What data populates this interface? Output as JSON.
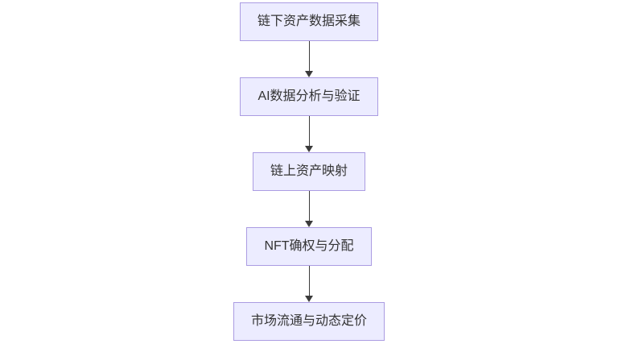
{
  "flowchart": {
    "type": "vertical-flow",
    "background": "#ffffff",
    "node_fill_color": "#ececff",
    "node_border_color": "#ab9ce2",
    "node_text_color": "#333333",
    "arrow_color": "#3b3b3b",
    "nodes": [
      {
        "id": "offchain-asset-data-collection",
        "label": "链下资产数据采集"
      },
      {
        "id": "ai-data-analysis-verification",
        "label": "AI数据分析与验证"
      },
      {
        "id": "onchain-asset-mapping",
        "label": "链上资产映射"
      },
      {
        "id": "nft-rights-confirmation-distribution",
        "label": "NFT确权与分配"
      },
      {
        "id": "market-circulation-dynamic-pricing",
        "label": "市场流通与动态定价"
      }
    ],
    "edges": [
      {
        "from": "offchain-asset-data-collection",
        "to": "ai-data-analysis-verification"
      },
      {
        "from": "ai-data-analysis-verification",
        "to": "onchain-asset-mapping"
      },
      {
        "from": "onchain-asset-mapping",
        "to": "nft-rights-confirmation-distribution"
      },
      {
        "from": "nft-rights-confirmation-distribution",
        "to": "market-circulation-dynamic-pricing"
      }
    ]
  }
}
